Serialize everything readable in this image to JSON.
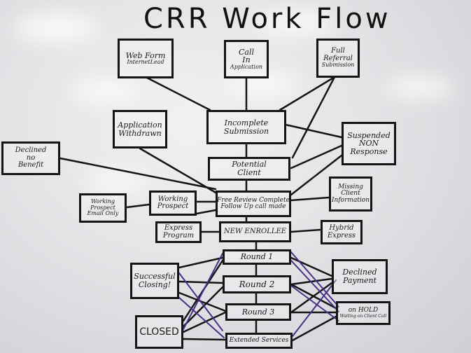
{
  "title": "CRR Work Flow",
  "boxes": {
    "web_form": [
      "Web Form",
      "InternetLead"
    ],
    "call_in": [
      "Call",
      "In",
      "Application"
    ],
    "full_referral": [
      "Full",
      "Referral",
      "Submission"
    ],
    "application_withdrawn": [
      "Application",
      "Withdrawn"
    ],
    "incomplete_submission": [
      "Incomplete",
      "Submission"
    ],
    "suspended": [
      "Suspended",
      "NON",
      "Response"
    ],
    "declined_no_benefit": [
      "Declined",
      "no",
      "Benefit"
    ],
    "potential_client": [
      "Potential",
      "Client"
    ],
    "missing_info": [
      "Missing",
      "Client",
      "Information"
    ],
    "working_prospect_email": [
      "Working",
      "Prospect",
      "Email Only"
    ],
    "working_prospect": [
      "Working",
      "Prospect"
    ],
    "free_review": [
      "Free Review Complete",
      "Follow Up call made"
    ],
    "express_program": [
      "Express",
      "Program"
    ],
    "new_enrollee": [
      "NEW ENROLLEE"
    ],
    "hybrid_express": [
      "Hybrid",
      "Express"
    ],
    "round1": [
      "Round 1"
    ],
    "round2": [
      "Round 2"
    ],
    "round3": [
      "Round 3"
    ],
    "successful_closing": [
      "Successful",
      "Closing!"
    ],
    "declined_payment": [
      "Declined",
      "Payment"
    ],
    "on_hold": [
      "on HOLD",
      "Waiting on Client Call"
    ],
    "closed": [
      "CLOSED"
    ],
    "extended_services": [
      "Extended Services"
    ]
  },
  "colors": {
    "ink": "#141414",
    "purple_ink": "#4a2f8a"
  }
}
